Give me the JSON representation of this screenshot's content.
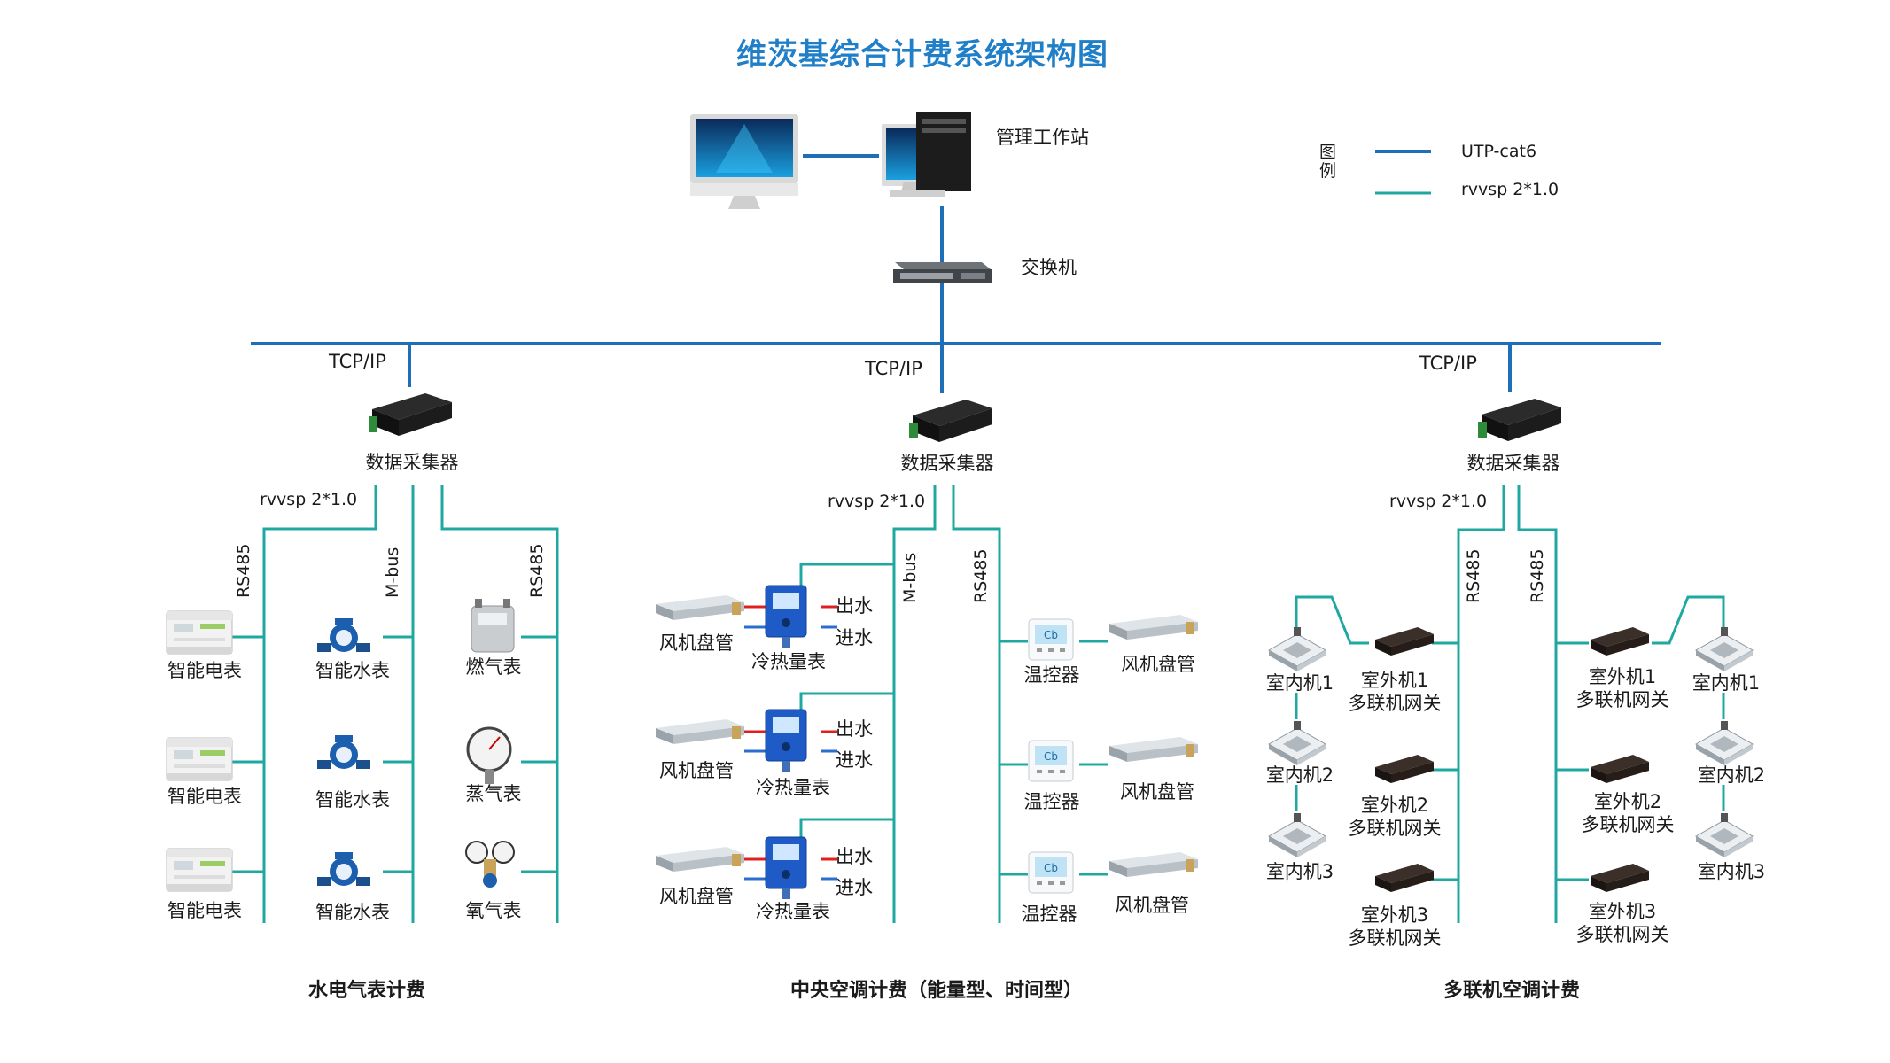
{
  "title": "维茨基综合计费系统架构图",
  "legend": {
    "title": "图\n例",
    "items": [
      {
        "label": "UTP-cat6",
        "color": "#1f6fb8"
      },
      {
        "label": "rvvsp 2*1.0",
        "color": "#1fa8a0"
      }
    ]
  },
  "top": {
    "workstation_label": "管理工作站",
    "switch_label": "交换机"
  },
  "colors": {
    "utp": "#1f6fb8",
    "rvvsp": "#1fa8a0",
    "red_pipe": "#e02020",
    "blue_pipe": "#2a6fd0"
  },
  "collectors": [
    {
      "protocol": "TCP/IP",
      "label": "数据采集器",
      "bus_label": "rvvsp 2*1.0"
    },
    {
      "protocol": "TCP/IP",
      "label": "数据采集器",
      "bus_label": "rvvsp 2*1.0"
    },
    {
      "protocol": "TCP/IP",
      "label": "数据采集器",
      "bus_label": "rvvsp 2*1.0"
    }
  ],
  "section1": {
    "bus_labels": [
      "RS485",
      "M-bus",
      "RS485"
    ],
    "electric": [
      "智能电表",
      "智能电表",
      "智能电表"
    ],
    "water": [
      "智能水表",
      "智能水表",
      "智能水表"
    ],
    "gas": [
      "燃气表",
      "蒸气表",
      "氧气表"
    ],
    "footer": "水电气表计费"
  },
  "section2": {
    "bus_labels": [
      "M-bus",
      "RS485"
    ],
    "fan_coil": [
      "风机盘管",
      "风机盘管",
      "风机盘管"
    ],
    "heat_meter": [
      "冷热量表",
      "冷热量表",
      "冷热量表"
    ],
    "outlet": "出水",
    "inlet": "进水",
    "thermostat": [
      "温控器",
      "温控器",
      "温控器"
    ],
    "fan_coil_right": [
      "风机盘管",
      "风机盘管",
      "风机盘管"
    ],
    "footer": "中央空调计费（能量型、时间型）"
  },
  "section3": {
    "bus_labels": [
      "RS485",
      "RS485"
    ],
    "indoor_left": [
      "室内机1",
      "室内机2",
      "室内机3"
    ],
    "gateway_left": [
      [
        "室外机1",
        "多联机网关"
      ],
      [
        "室外机2",
        "多联机网关"
      ],
      [
        "室外机3",
        "多联机网关"
      ]
    ],
    "gateway_right": [
      [
        "室外机1",
        "多联机网关"
      ],
      [
        "室外机2",
        "多联机网关"
      ],
      [
        "室外机3",
        "多联机网关"
      ]
    ],
    "indoor_right": [
      "室内机1",
      "室内机2",
      "室内机3"
    ],
    "footer": "多联机空调计费"
  }
}
